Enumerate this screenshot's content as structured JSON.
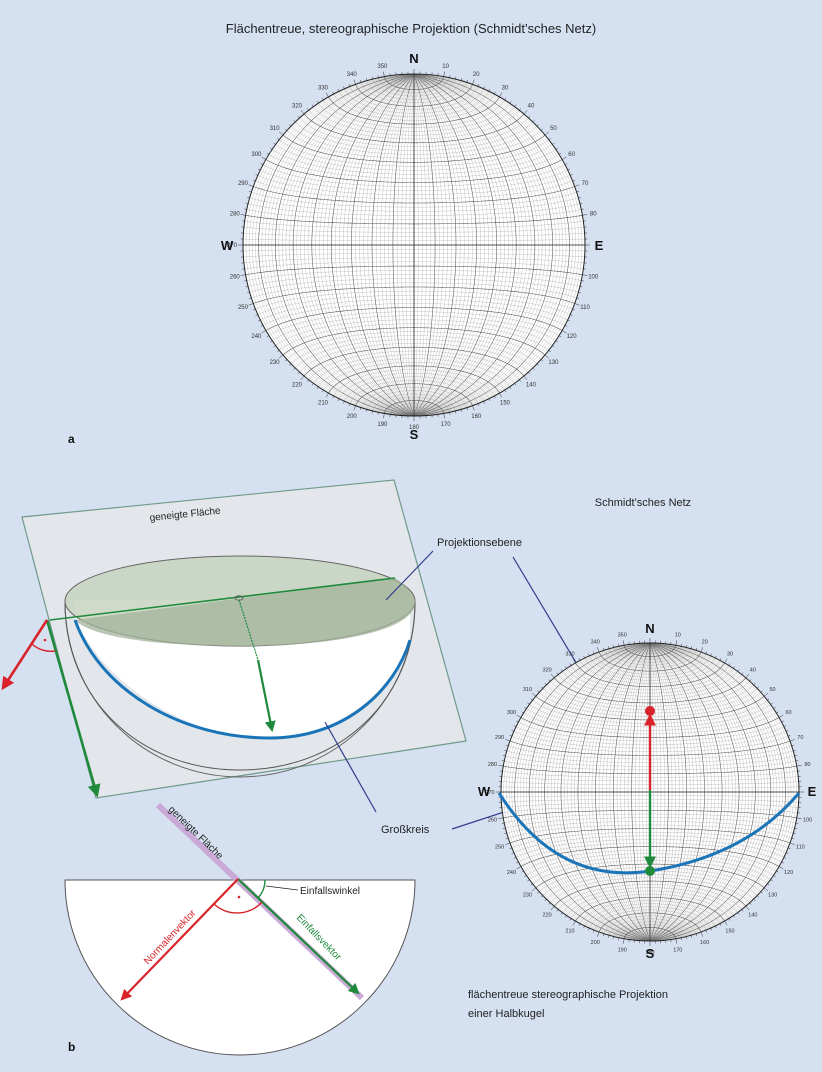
{
  "figure_a": {
    "title": "Flächentreue, stereographische Projektion (Schmidt’sches Netz)",
    "panel_label": "a",
    "north": "N",
    "south": "S",
    "west": "W",
    "east": "E",
    "azimuth_labels": [
      "10",
      "20",
      "30",
      "40",
      "50",
      "60",
      "70",
      "80",
      "100",
      "110",
      "120",
      "130",
      "140",
      "150",
      "160",
      "170",
      "180",
      "190",
      "200",
      "210",
      "220",
      "230",
      "240",
      "250",
      "260",
      "270",
      "280",
      "290",
      "300",
      "310",
      "320",
      "330",
      "340",
      "350"
    ]
  },
  "figure_b": {
    "panel_label": "b",
    "inclined_plane_label": "geneigte Fläche",
    "projection_plane_label": "Projektionsebene",
    "net_title": "Schmidt’sches Netz",
    "great_circle_label": "Großkreis",
    "inclined_plane_label_2": "geneigte Fläche",
    "dip_angle_label": "Einfallswinkel",
    "normal_vector_label": "Normalenvektor",
    "dip_vector_label": "Einfallsvektor",
    "caption_line1": "flächentreue stereographische Projektion",
    "caption_line2": "einer Halbkugel",
    "north": "N",
    "south": "S",
    "west": "W",
    "east": "E"
  },
  "colors": {
    "background": "#d5e0f1",
    "great_circle": "#1a74b8",
    "normal_vector": "#d8232a",
    "dip_vector": "#1f8a3c",
    "plane_fill": "#e3e6ea",
    "plane_edge": "#6f9a8a",
    "projection_plane": "#c7d4c0",
    "leader_line": "#2e3e8c"
  }
}
